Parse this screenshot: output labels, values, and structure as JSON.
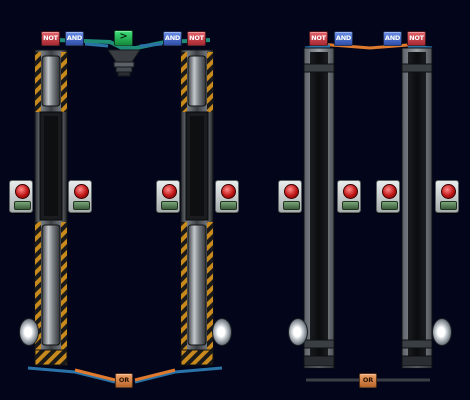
{
  "scene": {
    "left_machine": {
      "top_gates": [
        {
          "label": "NOT",
          "kind": "not"
        },
        {
          "label": "AND",
          "kind": "and"
        },
        {
          "label": ">",
          "kind": "go"
        },
        {
          "label": "AND",
          "kind": "and"
        },
        {
          "label": "NOT",
          "kind": "not"
        }
      ],
      "bottom_gate": {
        "label": "OR",
        "kind": "or"
      }
    },
    "right_machine": {
      "top_gates": [
        {
          "label": "NOT",
          "kind": "not"
        },
        {
          "label": "AND",
          "kind": "and"
        },
        {
          "label": "AND",
          "kind": "and"
        },
        {
          "label": "NOT",
          "kind": "not"
        }
      ],
      "bottom_gate": {
        "label": "OR",
        "kind": "or"
      }
    }
  },
  "colors": {
    "background": "#03061a",
    "wire_teal": "#1f8c78",
    "wire_orange": "#e07a2e",
    "wire_blue": "#2a73a8",
    "hazard_yellow": "#c88a1c"
  }
}
